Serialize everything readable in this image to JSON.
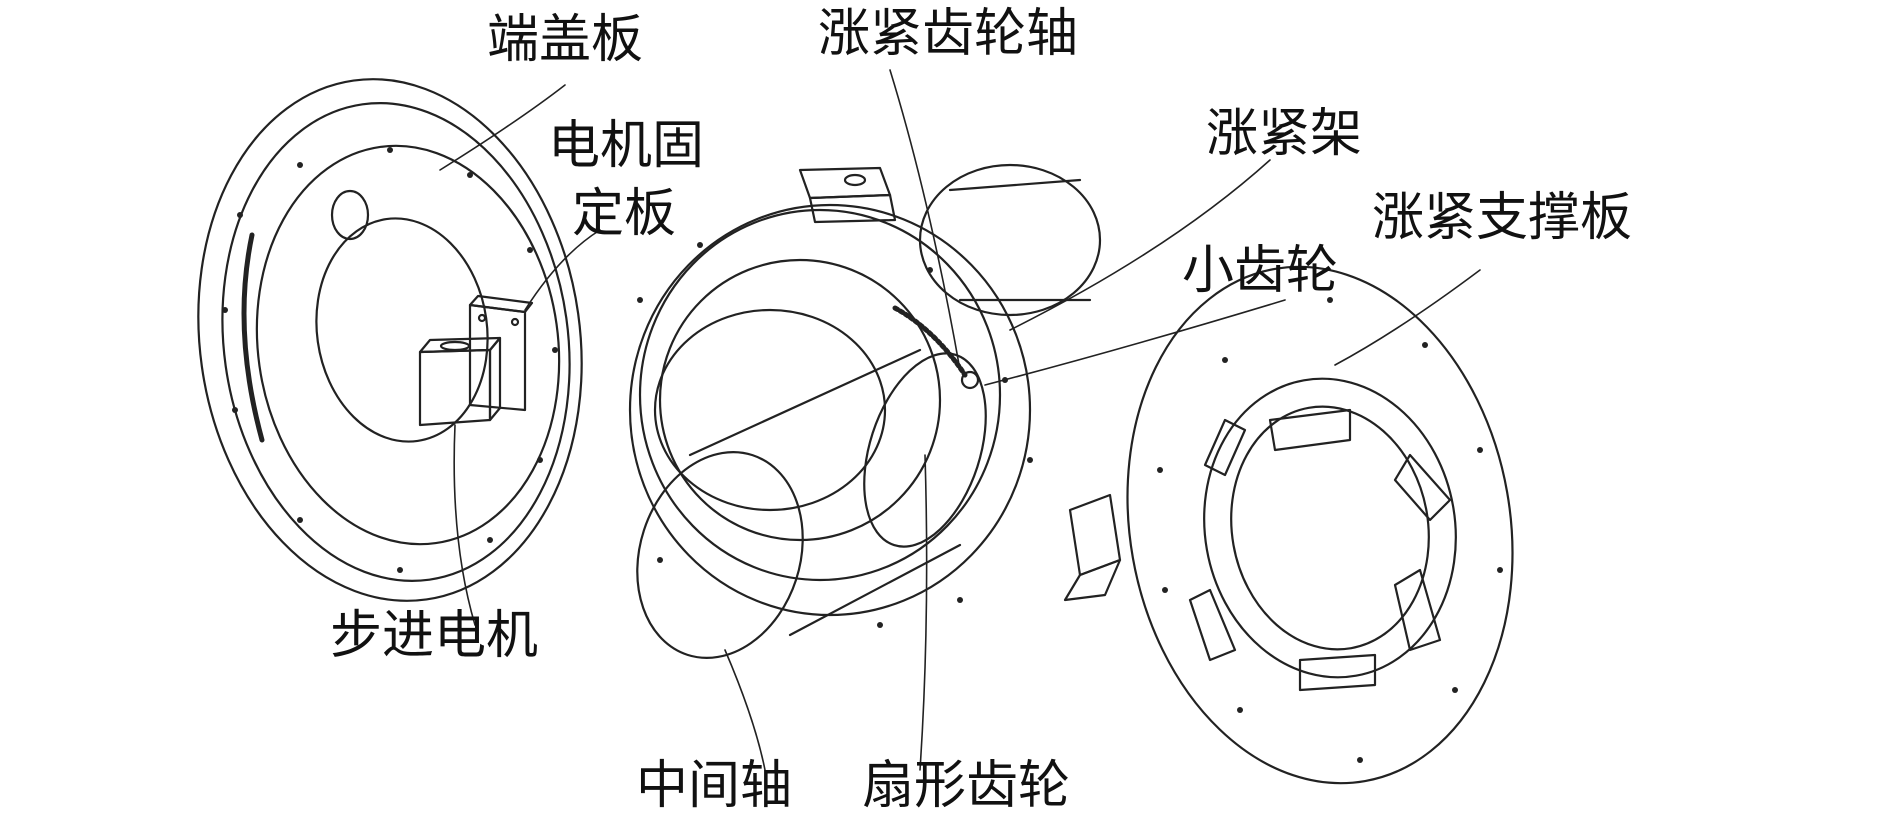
{
  "labels": {
    "end_cover": "端盖板",
    "motor_mount_line1": "电机固",
    "motor_mount_line2": "定板",
    "tension_gear_shaft": "涨紧齿轮轴",
    "tension_frame": "涨紧架",
    "pinion": "小齿轮",
    "tension_support": "涨紧支撑板",
    "stepper_motor": "步进电机",
    "middle_shaft": "中间轴",
    "sector_gear": "扇形齿轮"
  },
  "colors": {
    "line": "#222222",
    "background": "#ffffff"
  }
}
